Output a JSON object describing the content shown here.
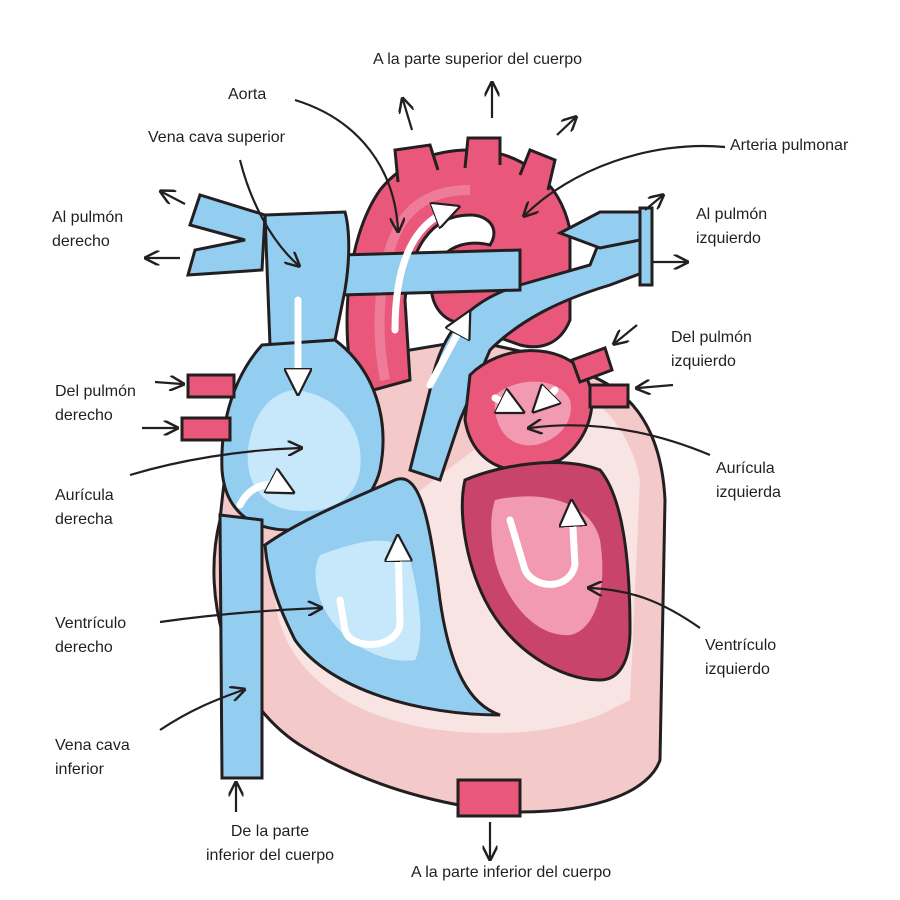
{
  "labels": {
    "top_body": "A la parte superior del cuerpo",
    "aorta": "Aorta",
    "svc": "Vena cava superior",
    "pulmonary_artery": "Arteria pulmonar",
    "right_lung_to": [
      "Al pulmón",
      "derecho"
    ],
    "left_lung_to": [
      "Al pulmón",
      "izquierdo"
    ],
    "left_lung_from": [
      "Del pulmón",
      "izquierdo"
    ],
    "right_lung_from": [
      "Del pulmón",
      "derecho"
    ],
    "right_atrium": [
      "Aurícula",
      "derecha"
    ],
    "left_atrium": [
      "Aurícula",
      "izquierda"
    ],
    "right_ventricle": [
      "Ventrículo",
      "derecho"
    ],
    "left_ventricle": [
      "Ventrículo",
      "izquierdo"
    ],
    "ivc": [
      "Vena cava",
      "inferior"
    ],
    "from_lower_body": [
      "De la parte",
      "inferior del cuerpo"
    ],
    "to_lower_body": "A la parte inferior del cuerpo"
  },
  "colors": {
    "deoxygenated_blue": "#93cdf0",
    "deoxygenated_light": "#c7e7fa",
    "oxygenated_red": "#e9577a",
    "oxygenated_dark": "#c9446a",
    "oxygenated_light": "#f29ab2",
    "wall_pink": "#f7dcdc",
    "outline": "#231f20"
  }
}
